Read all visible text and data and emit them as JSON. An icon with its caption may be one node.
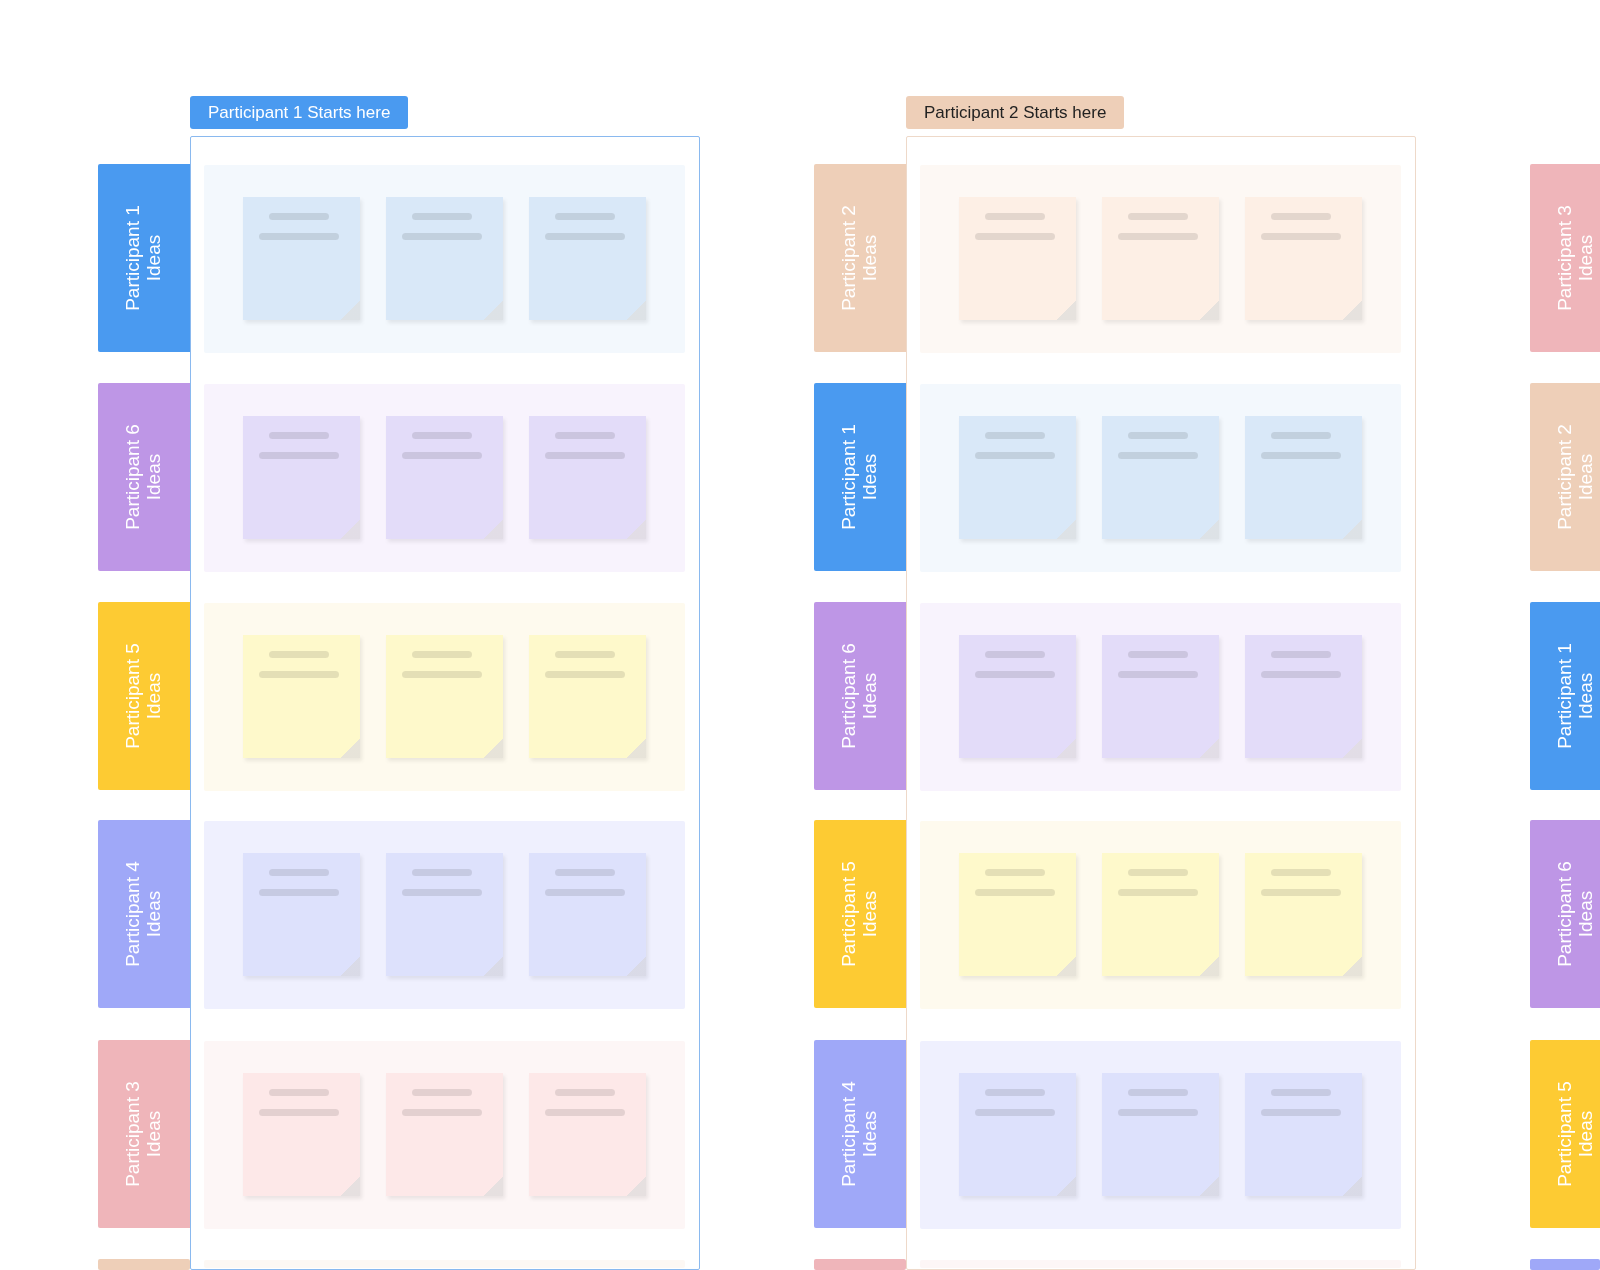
{
  "diagram": {
    "nodes": [
      {
        "text": [
          "Participant 1 Starts here"
        ]
      },
      {
        "text": [
          "Participant 1 Ideas"
        ]
      },
      {
        "text": [],
        "shape": "box",
        "in": 0
      },
      {
        "text": [],
        "shape": "note",
        "in": 2
      },
      {
        "text": [],
        "shape": "note",
        "in": 2
      },
      {
        "text": [],
        "shape": "note",
        "in": 2
      },
      {
        "text": [
          "Participant 6 Ideas"
        ]
      },
      {
        "text": [],
        "shape": "box",
        "in": 0
      },
      {
        "text": [],
        "shape": "note",
        "in": 7
      },
      {
        "text": [],
        "shape": "note",
        "in": 7
      },
      {
        "text": [],
        "shape": "note",
        "in": 7
      },
      {
        "text": [
          "Participant 5 Ideas"
        ]
      },
      {
        "text": [],
        "shape": "box",
        "in": 0
      },
      {
        "text": [],
        "shape": "note",
        "in": 12
      },
      {
        "text": [],
        "shape": "note",
        "in": 12
      },
      {
        "text": [],
        "shape": "note",
        "in": 12
      },
      {
        "text": [
          "Participant 4 Ideas"
        ]
      },
      {
        "text": [],
        "shape": "box",
        "in": 0
      },
      {
        "text": [],
        "shape": "note",
        "in": 17
      },
      {
        "text": [],
        "shape": "note",
        "in": 17
      },
      {
        "text": [],
        "shape": "note",
        "in": 17
      },
      {
        "text": [
          "Participant 3 Ideas"
        ]
      },
      {
        "text": [],
        "shape": "box",
        "in": 0
      },
      {
        "text": [],
        "shape": "note",
        "in": 22
      },
      {
        "text": [],
        "shape": "note",
        "in": 22
      },
      {
        "text": [],
        "shape": "note",
        "in": 22
      },
      {
        "text": [],
        "shape": "box"
      },
      {
        "text": [],
        "shape": "box",
        "in": 0
      },
      {
        "text": [
          "Participant 2 Starts here"
        ]
      },
      {
        "text": [
          "Participant 2 Ideas"
        ]
      },
      {
        "text": [],
        "shape": "box",
        "in": 28
      },
      {
        "text": [],
        "shape": "note",
        "in": 30
      },
      {
        "text": [],
        "shape": "note",
        "in": 30
      },
      {
        "text": [],
        "shape": "note",
        "in": 30
      },
      {
        "text": [
          "Participant 1 Ideas"
        ]
      },
      {
        "text": [],
        "shape": "box",
        "in": 28
      },
      {
        "text": [],
        "shape": "note",
        "in": 35
      },
      {
        "text": [],
        "shape": "note",
        "in": 35
      },
      {
        "text": [],
        "shape": "note",
        "in": 35
      },
      {
        "text": [
          "Participant 6 Ideas"
        ]
      },
      {
        "text": [],
        "shape": "box",
        "in": 28
      },
      {
        "text": [],
        "shape": "note",
        "in": 40
      },
      {
        "text": [],
        "shape": "note",
        "in": 40
      },
      {
        "text": [],
        "shape": "note",
        "in": 40
      },
      {
        "text": [
          "Participant 5 Ideas"
        ]
      },
      {
        "text": [],
        "shape": "box",
        "in": 28
      },
      {
        "text": [],
        "shape": "note",
        "in": 45
      },
      {
        "text": [],
        "shape": "note",
        "in": 45
      },
      {
        "text": [],
        "shape": "note",
        "in": 45
      },
      {
        "text": [
          "Participant 4 Ideas"
        ]
      },
      {
        "text": [],
        "shape": "box",
        "in": 28
      },
      {
        "text": [],
        "shape": "note",
        "in": 50
      },
      {
        "text": [],
        "shape": "note",
        "in": 50
      },
      {
        "text": [],
        "shape": "note",
        "in": 50
      },
      {
        "text": [],
        "shape": "box"
      },
      {
        "text": [],
        "shape": "box",
        "in": 28
      },
      {
        "text": [
          "Participant 3 Ideas"
        ]
      },
      {
        "text": [
          "Participant 2 Ideas"
        ]
      },
      {
        "text": [
          "Participant 1 Ideas"
        ]
      },
      {
        "text": [
          "Participant 6 Ideas"
        ]
      },
      {
        "text": [
          "Participant 5 Ideas"
        ]
      },
      {
        "text": [],
        "shape": "box"
      }
    ]
  }
}
